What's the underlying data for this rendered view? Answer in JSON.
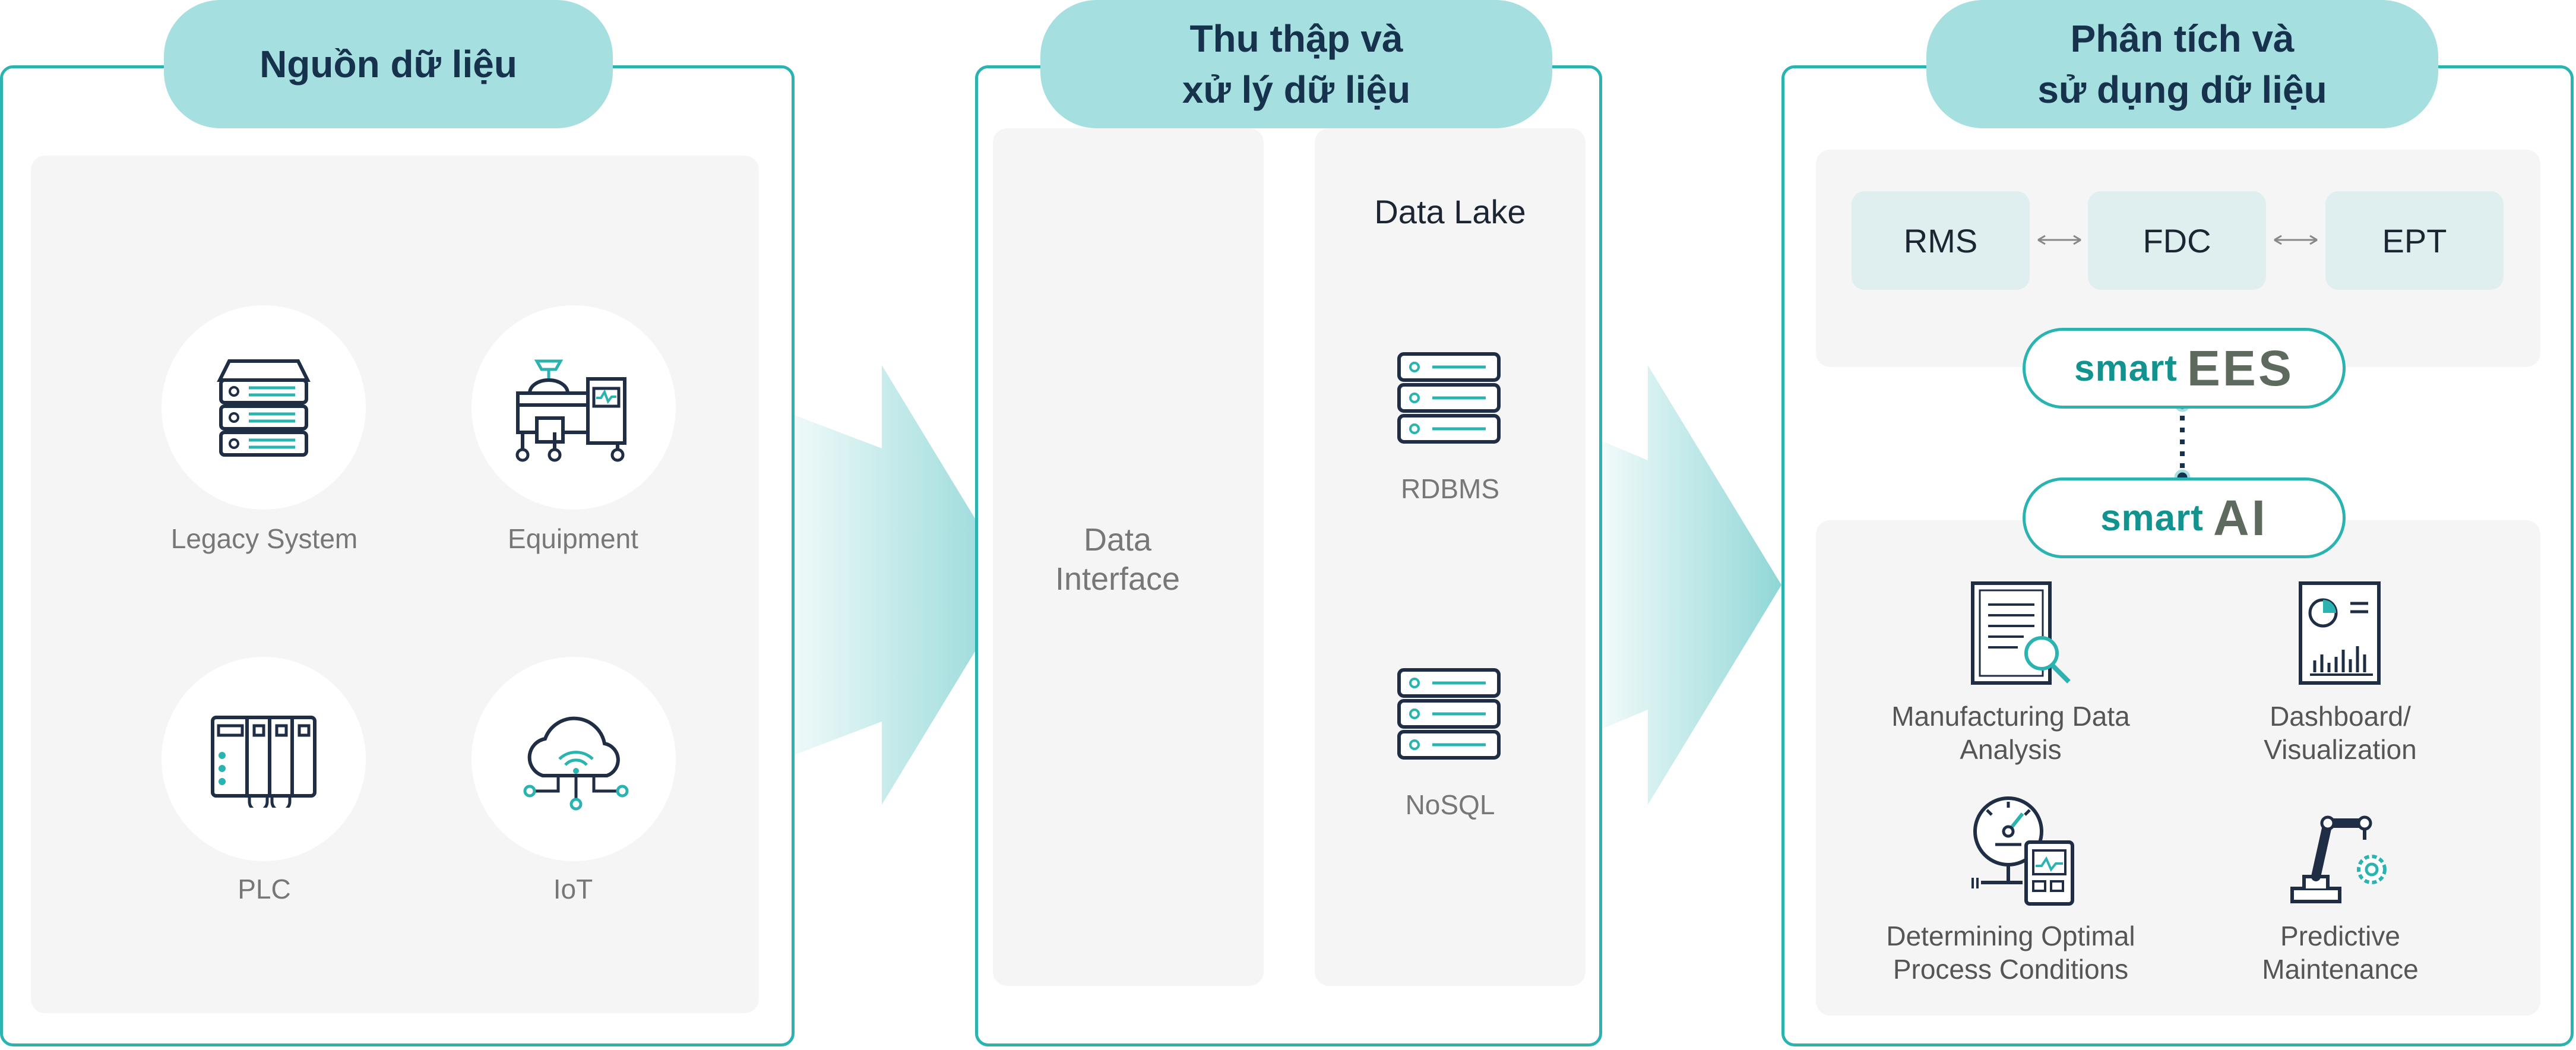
{
  "sections": [
    {
      "title": "Nguồn dữ liệu"
    },
    {
      "title": "Thu thập và\nxử lý dữ liệu"
    },
    {
      "title": "Phân tích và\nsử dụng dữ liệu"
    }
  ],
  "sources": {
    "items": [
      {
        "label": "Legacy System",
        "icon": "server-stack-icon"
      },
      {
        "label": "Equipment",
        "icon": "machine-icon"
      },
      {
        "label": "PLC",
        "icon": "plc-module-icon"
      },
      {
        "label": "IoT",
        "icon": "cloud-network-icon"
      }
    ]
  },
  "processing": {
    "interface_label": "Data\nInterface",
    "lake_title": "Data Lake",
    "stores": [
      {
        "label": "RDBMS",
        "icon": "database-icon"
      },
      {
        "label": "NoSQL",
        "icon": "database-icon"
      }
    ]
  },
  "analysis": {
    "systems": [
      "RMS",
      "FDC",
      "EPT"
    ],
    "smart_ees": {
      "word": "smart",
      "suffix": "EES"
    },
    "smart_ai": {
      "word": "smart",
      "suffix": "AI"
    },
    "uses": [
      {
        "label": "Manufacturing Data\nAnalysis",
        "icon": "document-search-icon"
      },
      {
        "label": "Dashboard/\nVisualization",
        "icon": "dashboard-chart-icon"
      },
      {
        "label": "Determining Optimal\nProcess Conditions",
        "icon": "gauge-device-icon"
      },
      {
        "label": "Predictive\nMaintenance",
        "icon": "robot-arm-gear-icon"
      }
    ]
  },
  "colors": {
    "accent": "#2ab3b1",
    "pill": "#a6dfdf",
    "panel": "#f5f5f5",
    "navy": "#17324d"
  }
}
